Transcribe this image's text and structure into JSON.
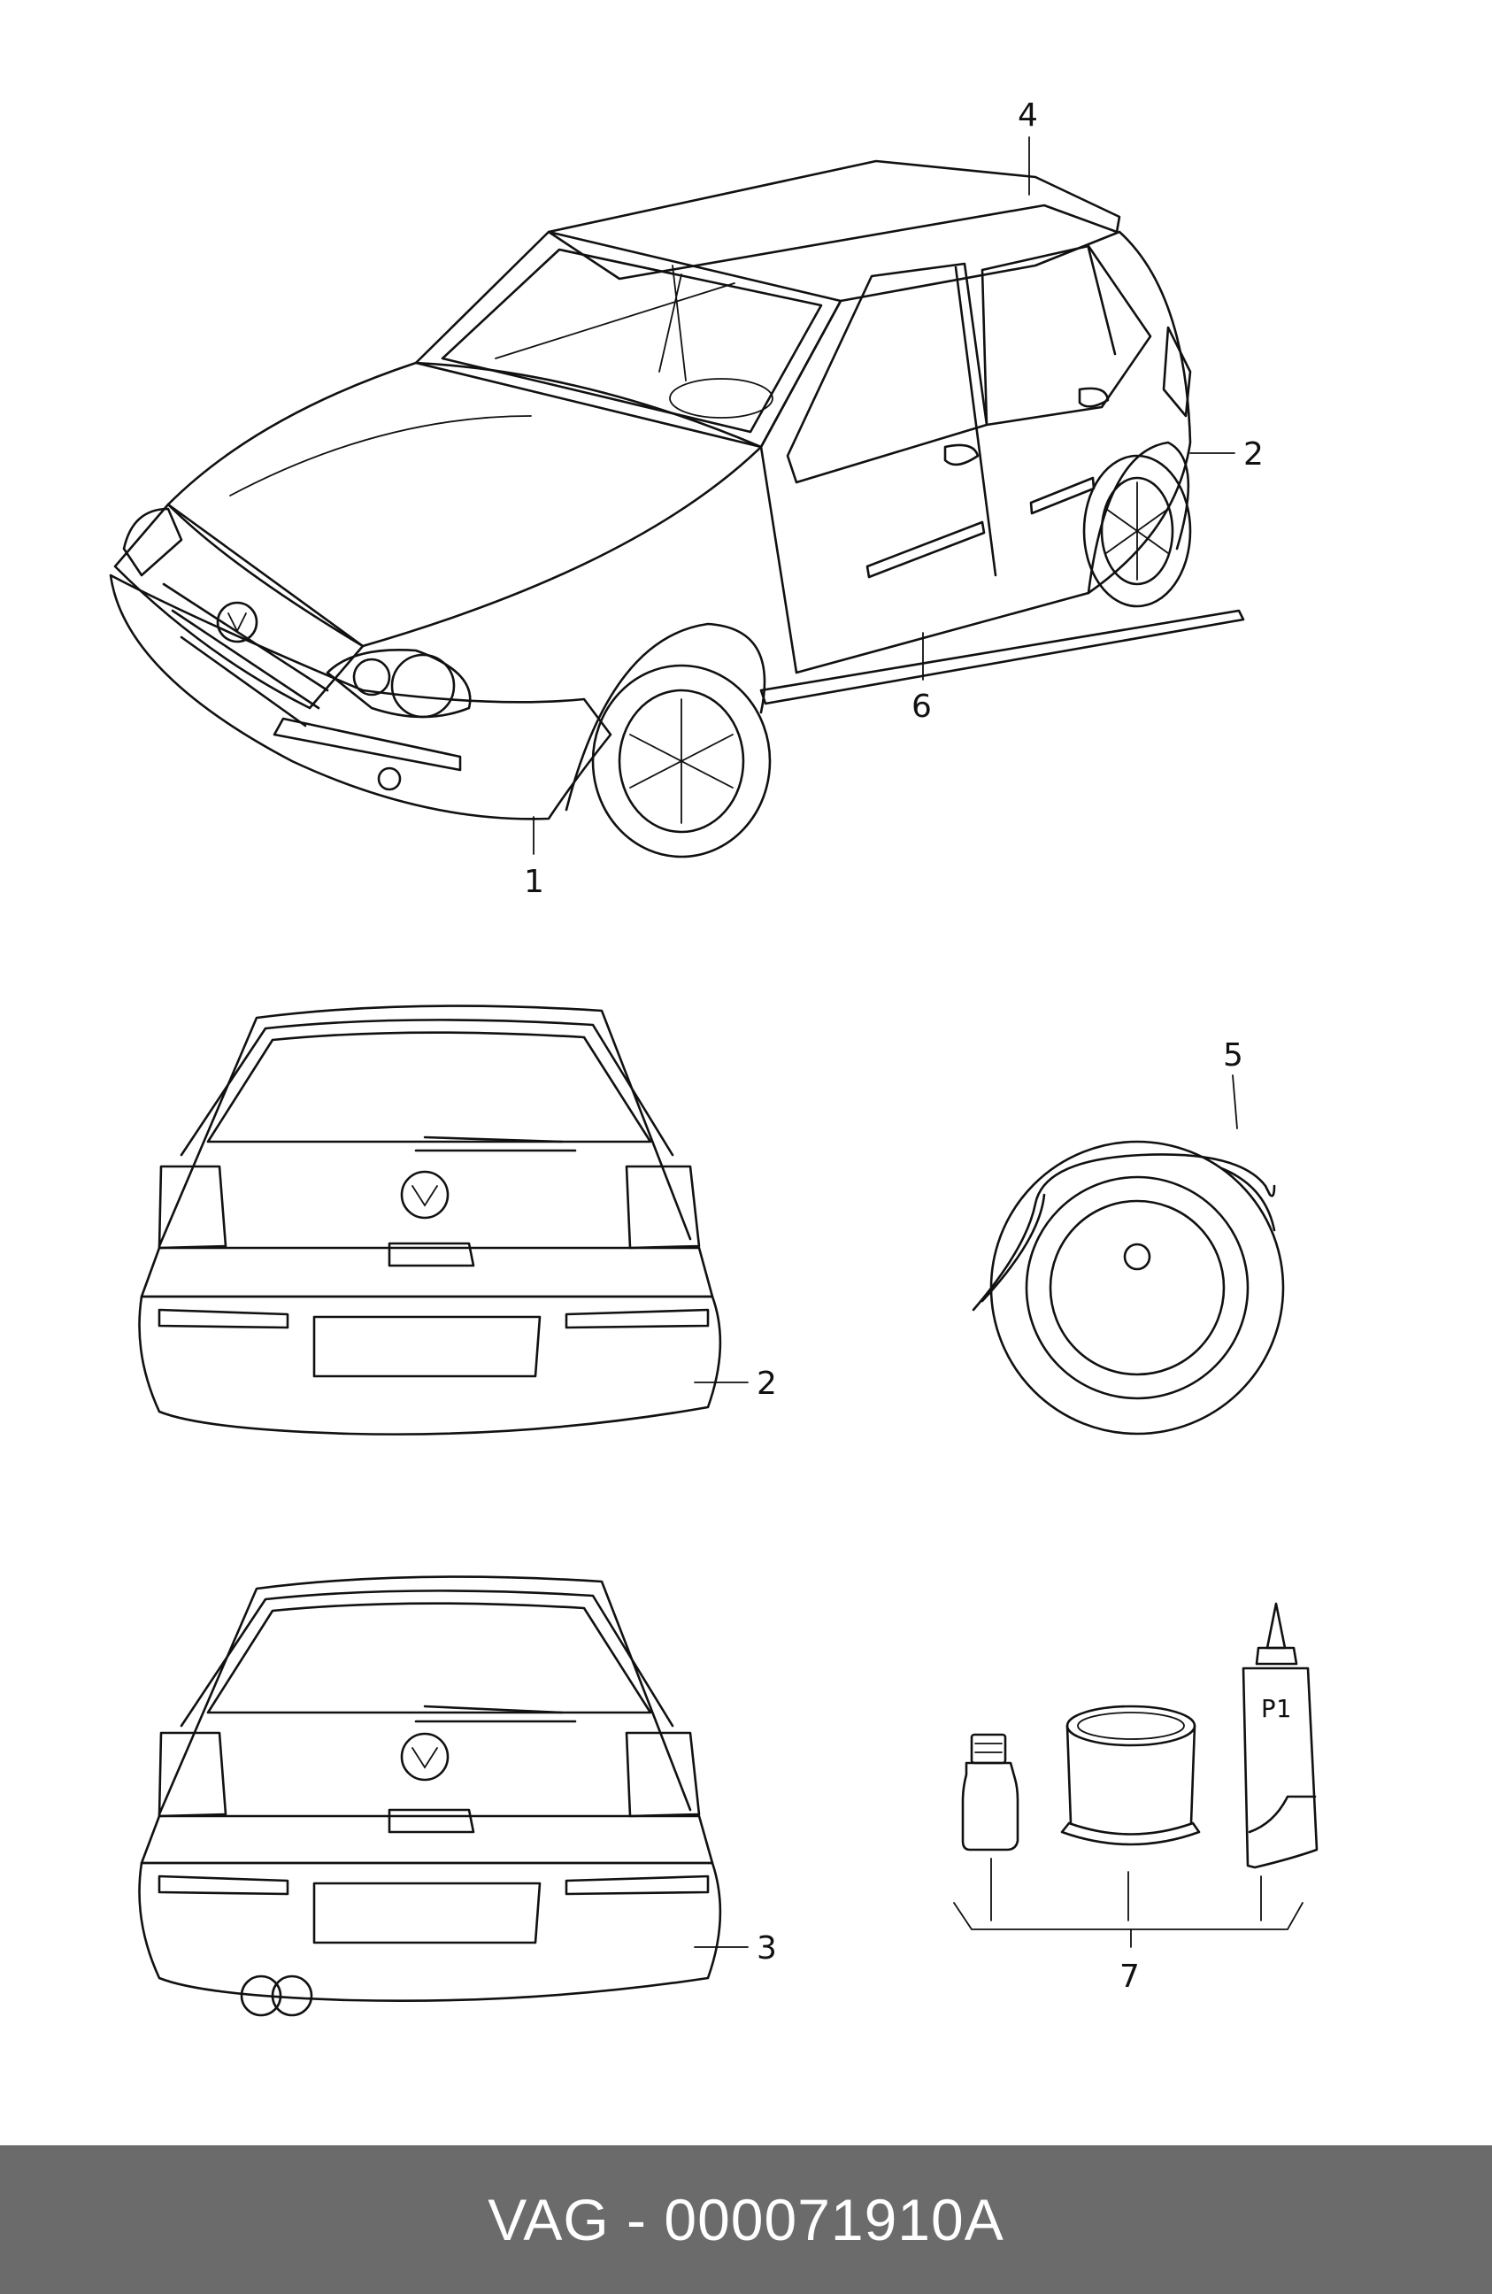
{
  "callouts": {
    "front_bumper": "1",
    "rear_bumper_top": "2",
    "rear_bumper_middle": "2",
    "rear_bumper_bottom": "3",
    "roof_spoiler": "4",
    "spare_wheel": "5",
    "side_sill": "6",
    "repair_kit": "7"
  },
  "tube_label": "P1",
  "footer": {
    "text": "VAG - 000071910A"
  }
}
